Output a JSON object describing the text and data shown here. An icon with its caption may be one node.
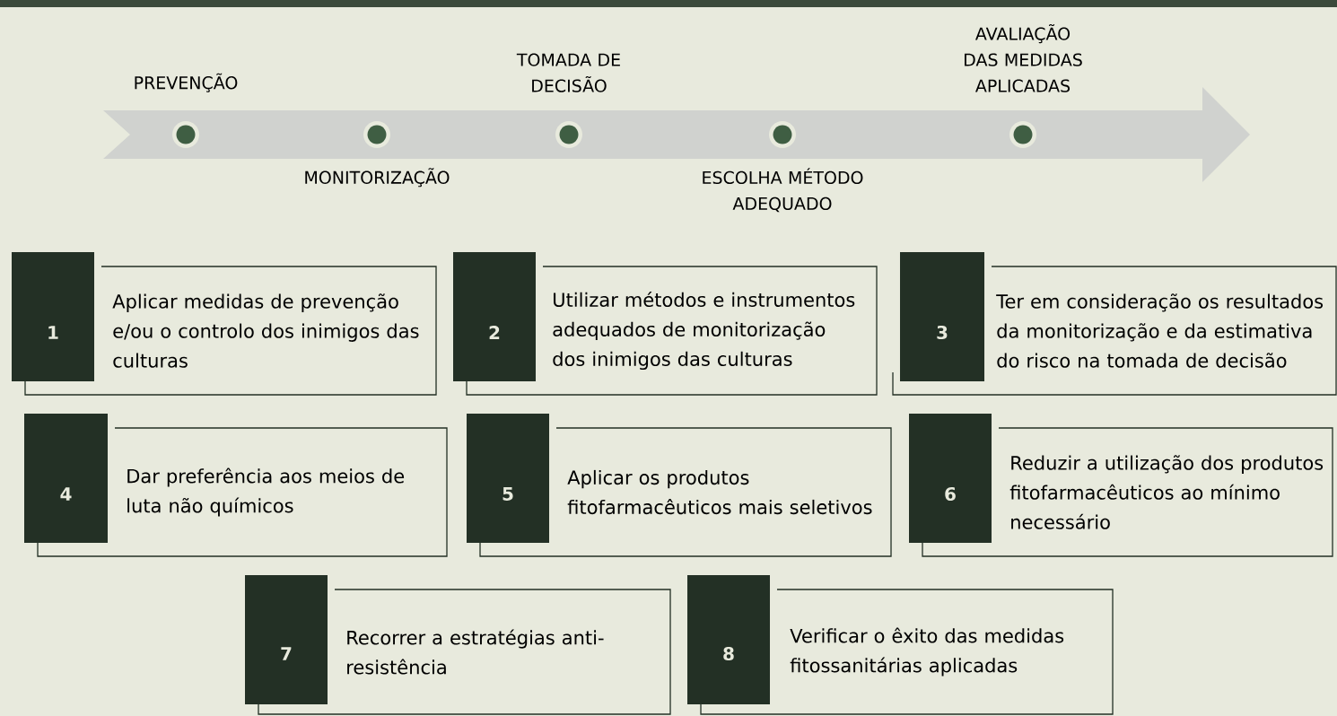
{
  "diagram": {
    "nodes": [
      {
        "text": [
          "1",
          "Aplicar medidas de prevenção e/ou o controlo dos inimigos das culturas"
        ]
      },
      {
        "text": [
          "2",
          "Utilizar métodos e instrumentos adequados de monitorização dos inimigos das culturas"
        ]
      },
      {
        "text": [
          "3",
          "Ter em consideração os resultados da monitorização e da estimativa do risco na tomada de decisão"
        ]
      },
      {
        "text": [
          "4",
          "Dar preferência aos meios de luta não químicos"
        ]
      },
      {
        "text": [
          "5",
          "Aplicar os produtos fitofarmacêuticos mais seletivos"
        ]
      },
      {
        "text": [
          "6",
          "Reduzir a utilização dos produtos fitofarmacêuticos ao mínimo necessário"
        ]
      },
      {
        "text": [
          "7",
          "Recorrer a estratégias anti-resistência"
        ]
      },
      {
        "text": [
          "8",
          "Verificar o êxito das medidas fitossanitárias aplicadas"
        ]
      }
    ],
    "labels": [
      "PREVENÇÃO",
      "MONITORIZAÇÃO",
      "TOMADA DE DECISÃO",
      "ESCOLHA MÉTODO ADEQUADO",
      "AVALIAÇÃO DAS MEDIDAS APLICADAS"
    ]
  }
}
